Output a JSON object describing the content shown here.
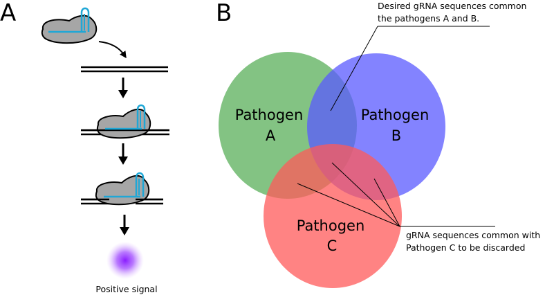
{
  "panels": {
    "a_label": "A",
    "b_label": "B"
  },
  "panel_a": {
    "signal_label": "Positive signal"
  },
  "venn": {
    "circles": [
      {
        "line1": "Pathogen",
        "line2": "A",
        "color": "#5aaf5a"
      },
      {
        "line1": "Pathogen",
        "line2": "B",
        "color": "#5a5aff"
      },
      {
        "line1": "Pathogen",
        "line2": "C",
        "color": "#ff5a5a"
      }
    ],
    "annotation_top": {
      "line1": "Desired gRNA sequences common",
      "line2": "the pathogens A and B."
    },
    "annotation_bottom": {
      "line1": "gRNA sequences common with",
      "line2": "Pathogen C to be discarded"
    }
  },
  "colors": {
    "cas_body": "#a6a6a6",
    "guide_rna": "#1fa7d6",
    "signal": "#9b30ff"
  }
}
